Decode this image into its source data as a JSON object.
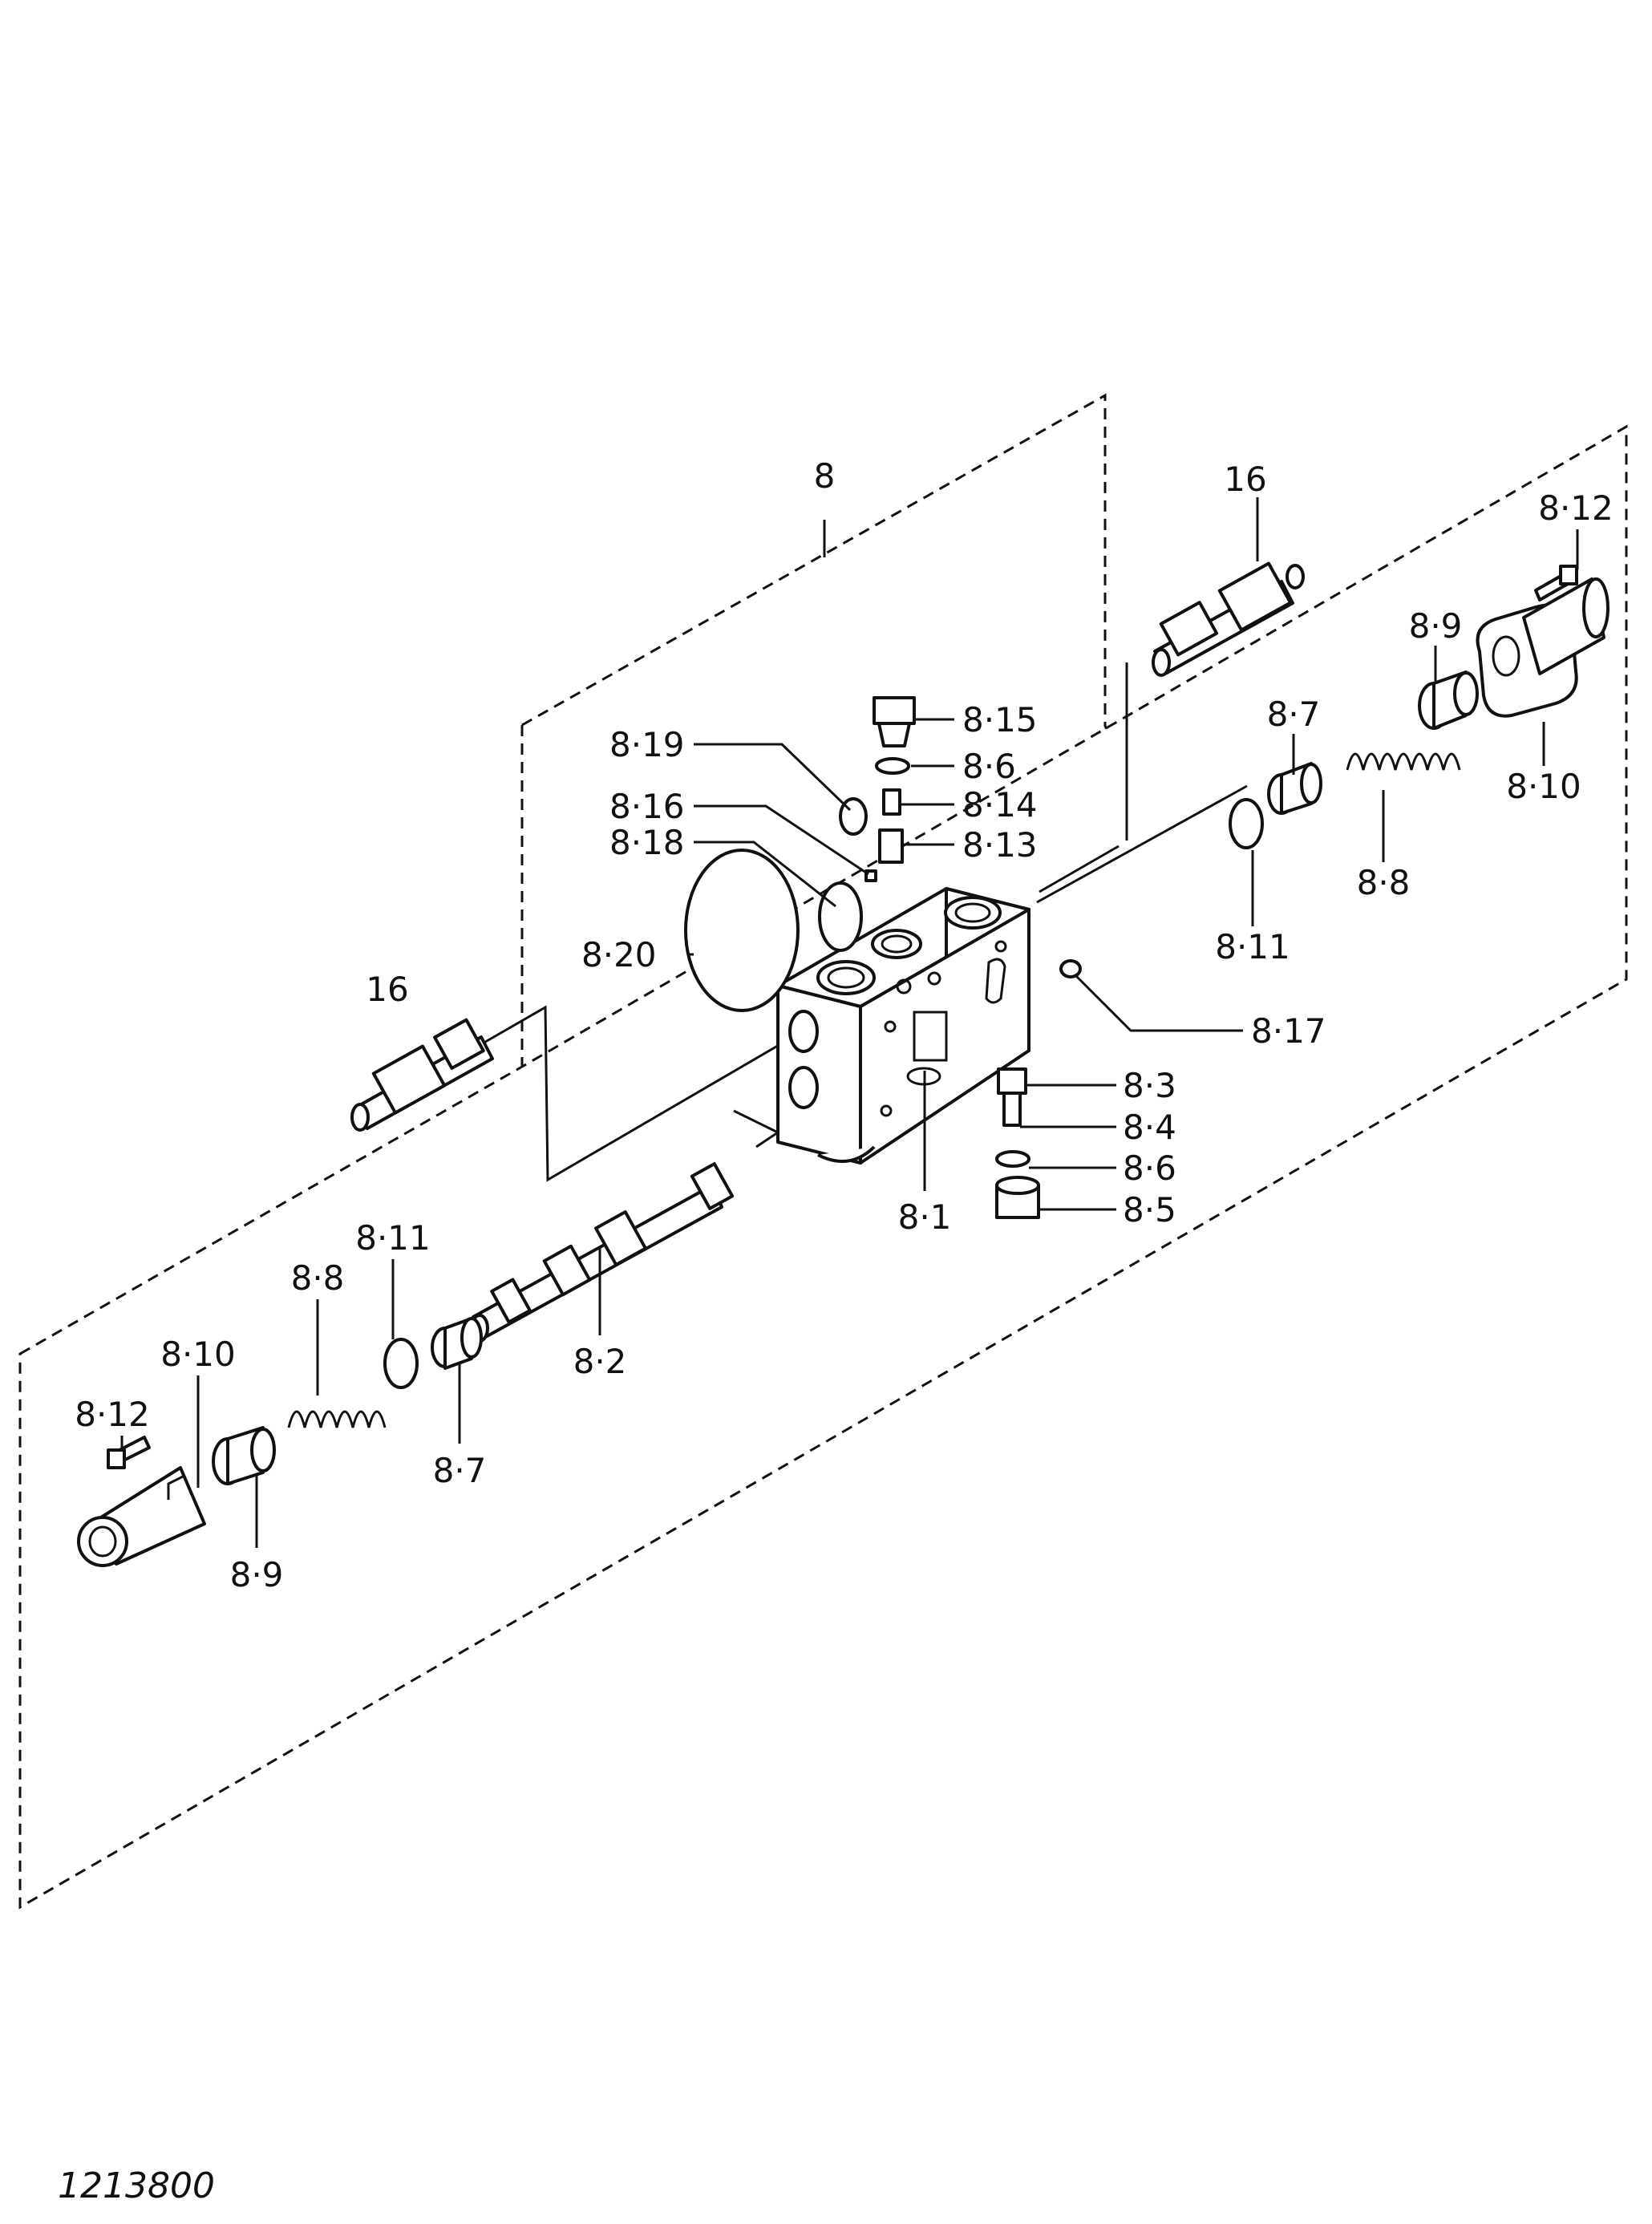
{
  "callouts": {
    "c8": "8",
    "c16_top": "16",
    "c16_left": "16",
    "c8_12_top": "8·12",
    "c8_9_top": "8·9",
    "c8_7_top": "8·7",
    "c8_10_top": "8·10",
    "c8_8_top": "8·8",
    "c8_11_top": "8·11",
    "c8_15": "8·15",
    "c8_6_top": "8·6",
    "c8_14": "8·14",
    "c8_13": "8·13",
    "c8_19": "8·19",
    "c8_16": "8·16",
    "c8_18": "8·18",
    "c8_20": "8·20",
    "c8_17": "8·17",
    "c8_3": "8·3",
    "c8_4": "8·4",
    "c8_6_low": "8·6",
    "c8_5": "8·5",
    "c8_1": "8·1",
    "c8_2": "8·2",
    "c8_11_low": "8·11",
    "c8_8_low": "8·8",
    "c8_10_low": "8·10",
    "c8_12_low": "8·12",
    "c8_7_low": "8·7",
    "c8_9_low": "8·9"
  },
  "figure_id": "1213800"
}
